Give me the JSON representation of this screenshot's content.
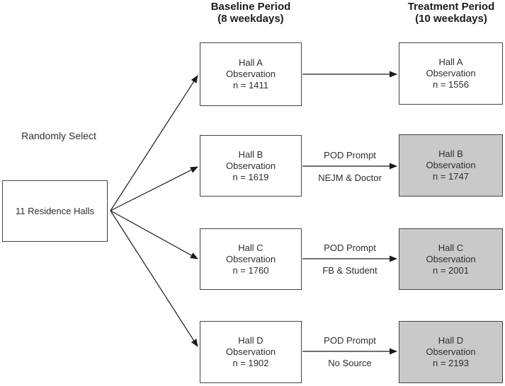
{
  "headers": {
    "baseline": {
      "line1": "Baseline Period",
      "line2": "(8 weekdays)"
    },
    "treatment": {
      "line1": "Treatment Period",
      "line2": "(10 weekdays)"
    }
  },
  "left": {
    "select_label": "Randomly Select",
    "source_box_label": "11 Residence Halls"
  },
  "rows": [
    {
      "id": "hall-a",
      "baseline": {
        "title": "Hall A",
        "subtitle": "Observation",
        "n": "n = 1411"
      },
      "treatment": {
        "title": "Hall A",
        "subtitle": "Observation",
        "n": "n = 1556"
      },
      "treatment_shaded": false,
      "arrow": {
        "top": "",
        "bottom": ""
      }
    },
    {
      "id": "hall-b",
      "baseline": {
        "title": "Hall B",
        "subtitle": "Observation",
        "n": "n = 1619"
      },
      "treatment": {
        "title": "Hall B",
        "subtitle": "Observation",
        "n": "n = 1747"
      },
      "treatment_shaded": true,
      "arrow": {
        "top": "POD Prompt",
        "bottom": "NEJM & Doctor"
      }
    },
    {
      "id": "hall-c",
      "baseline": {
        "title": "Hall C",
        "subtitle": "Observation",
        "n": "n = 1760"
      },
      "treatment": {
        "title": "Hall C",
        "subtitle": "Observation",
        "n": "n = 2001"
      },
      "treatment_shaded": true,
      "arrow": {
        "top": "POD Prompt",
        "bottom": "FB & Student"
      }
    },
    {
      "id": "hall-d",
      "baseline": {
        "title": "Hall D",
        "subtitle": "Observation",
        "n": "n = 1902"
      },
      "treatment": {
        "title": "Hall D",
        "subtitle": "Observation",
        "n": "n = 2193"
      },
      "treatment_shaded": true,
      "arrow": {
        "top": "POD Prompt",
        "bottom": "No Source"
      }
    }
  ],
  "colors": {
    "treatment_shaded_fill": "#c9c9c9",
    "box_fill": "#ffffff",
    "box_border": "#444444",
    "arrow_stroke": "#1a1a1a",
    "text": "#2e2e2e"
  }
}
